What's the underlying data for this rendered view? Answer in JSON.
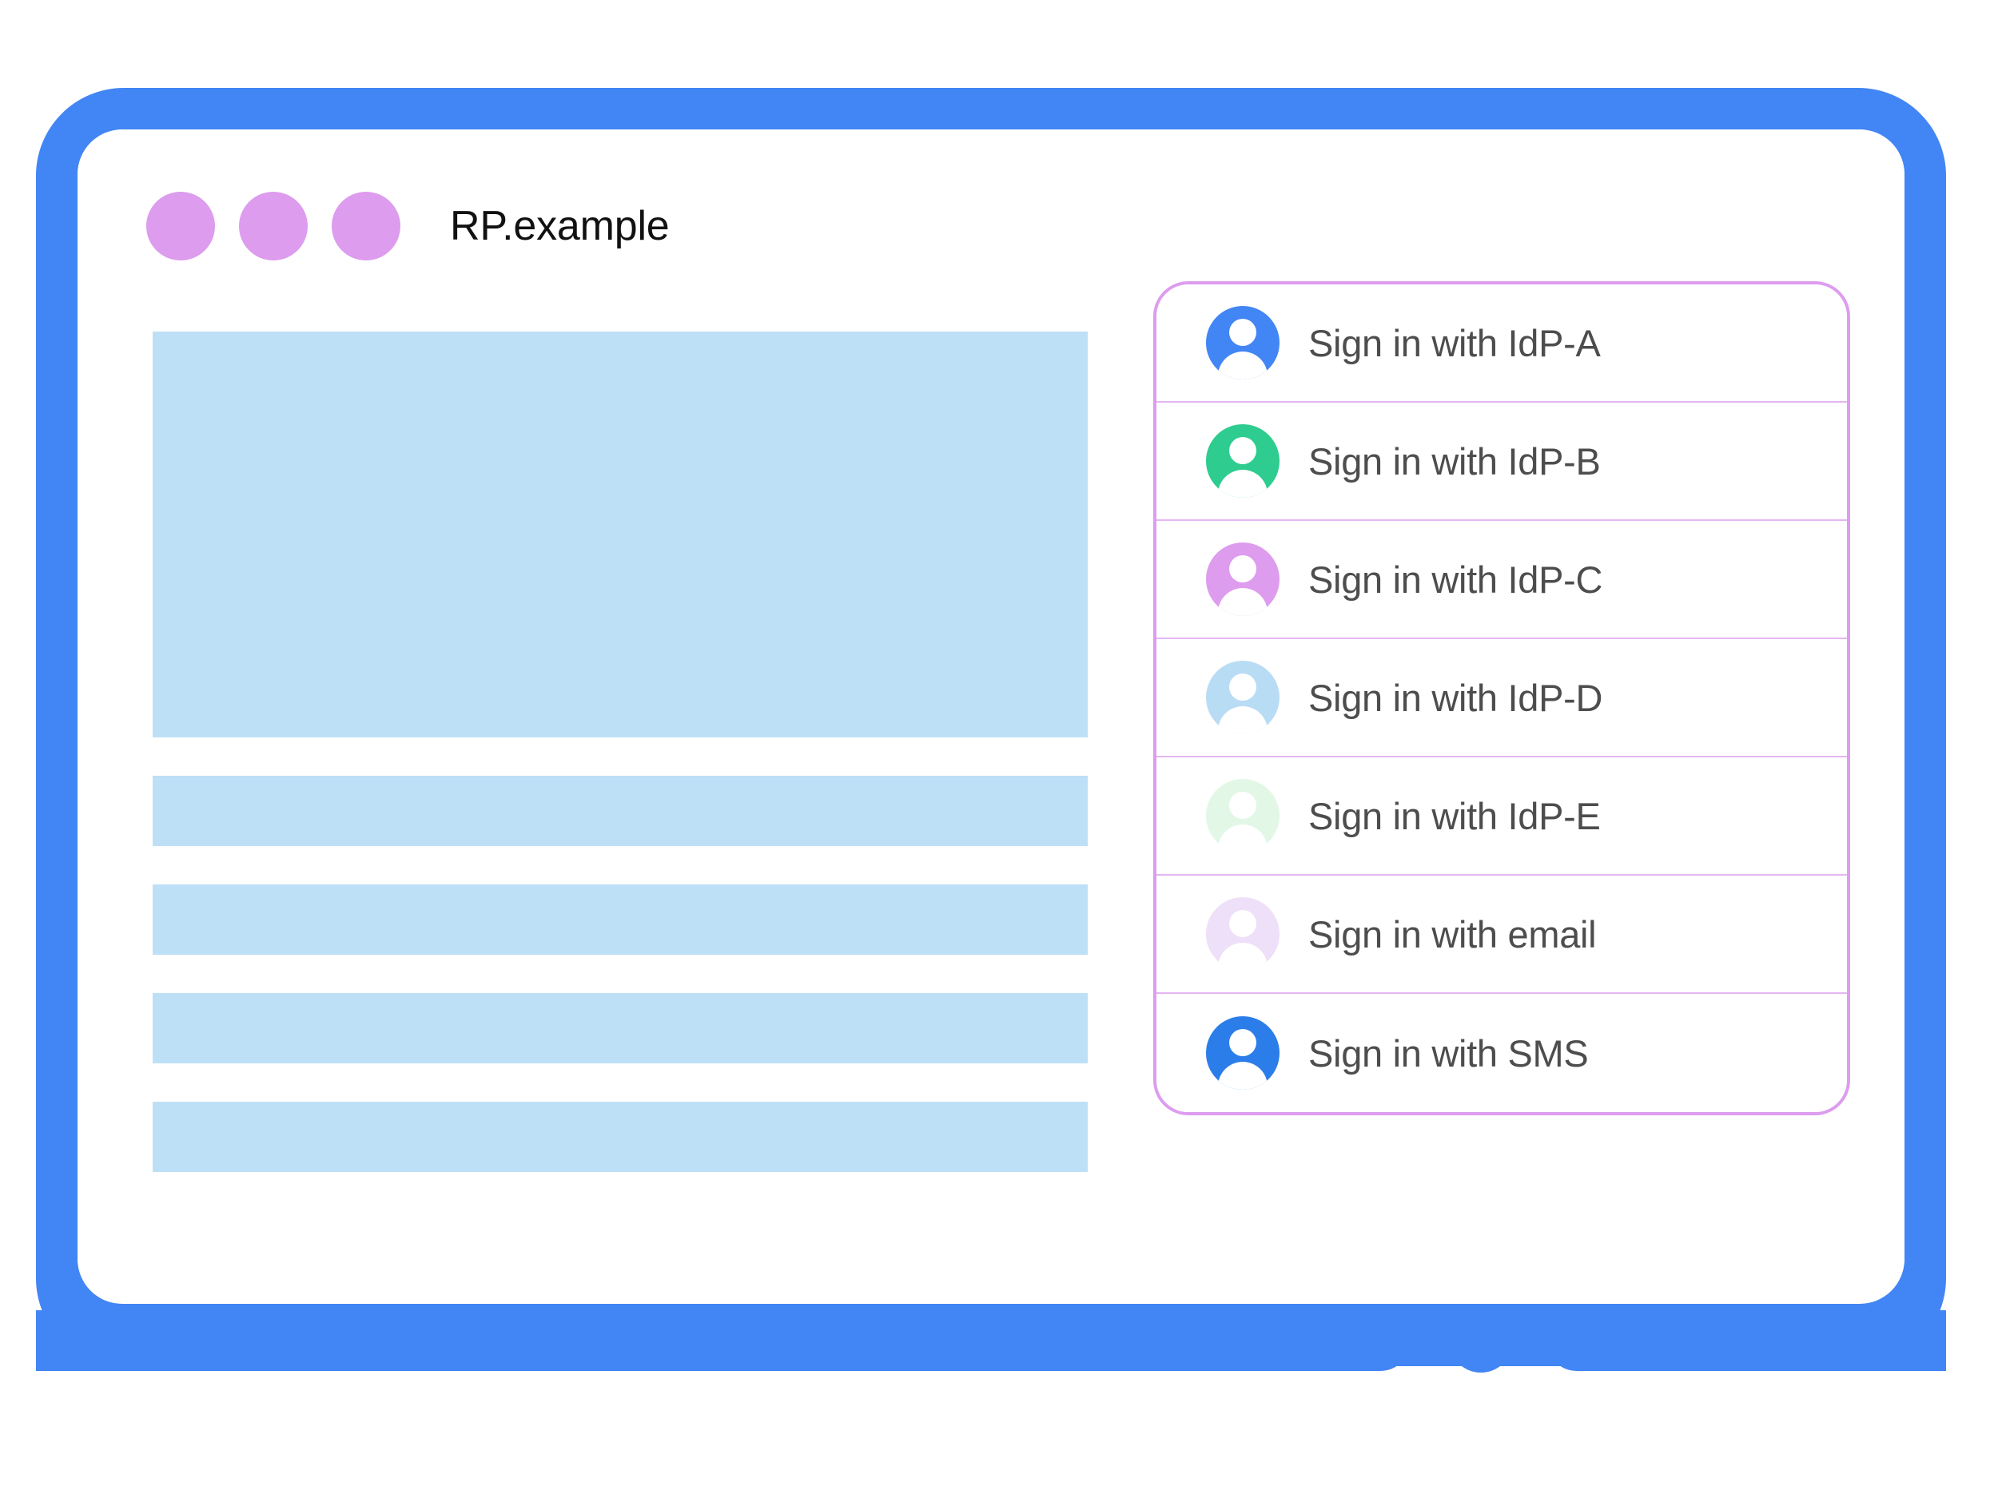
{
  "browser": {
    "title": "RP.example",
    "window_dots": [
      "window-dot-1",
      "window-dot-2",
      "window-dot-3"
    ],
    "frame_color": "#4285f4",
    "dot_color": "#dd9cee"
  },
  "page_content": {
    "placeholder_color": "#bde0f7",
    "blocks": [
      {
        "name": "hero-placeholder",
        "kind": "hero"
      },
      {
        "name": "text-line-placeholder-1",
        "kind": "bar"
      },
      {
        "name": "text-line-placeholder-2",
        "kind": "bar"
      },
      {
        "name": "text-line-placeholder-3",
        "kind": "bar"
      },
      {
        "name": "text-line-placeholder-4",
        "kind": "bar"
      }
    ]
  },
  "chooser": {
    "border_color": "#dd9cee",
    "divider_color": "#e4b6f2",
    "label_color": "#4d4d4d",
    "accounts": [
      {
        "label": "Sign in with IdP-A",
        "icon": "account-avatar-icon",
        "avatar_color": "#4285f4"
      },
      {
        "label": "Sign in with IdP-B",
        "icon": "account-avatar-icon",
        "avatar_color": "#2ecc8f"
      },
      {
        "label": "Sign in with IdP-C",
        "icon": "account-avatar-icon",
        "avatar_color": "#dd9cee"
      },
      {
        "label": "Sign in with IdP-D",
        "icon": "account-avatar-icon",
        "avatar_color": "#b9dcf5"
      },
      {
        "label": "Sign in with IdP-E",
        "icon": "account-avatar-icon",
        "avatar_color": "#e3f7e6"
      },
      {
        "label": "Sign in with email",
        "icon": "account-avatar-icon",
        "avatar_color": "#eee0f8"
      },
      {
        "label": "Sign in with SMS",
        "icon": "account-avatar-icon",
        "avatar_color": "#2b7de9"
      }
    ]
  },
  "device": {
    "home_button": "home-button"
  }
}
